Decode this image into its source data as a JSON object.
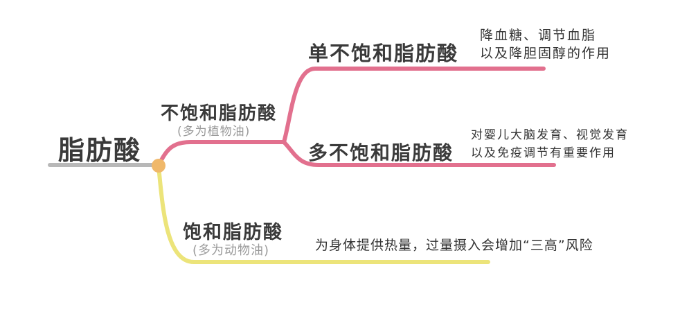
{
  "root": {
    "label": "脂肪酸"
  },
  "colors": {
    "root_line": "#b8b8b8",
    "node_dot": "#f0b86a",
    "unsaturated": "#e2708e",
    "saturated": "#ece47a"
  },
  "branches": {
    "unsaturated": {
      "label": "不饱和脂肪酸",
      "sub": "(多为植物油)",
      "children": [
        {
          "label": "单不饱和脂肪酸",
          "note": [
            "降血糖、调节血脂",
            "以及降胆固醇的作用"
          ]
        },
        {
          "label": "多不饱和脂肪酸",
          "note": [
            "对婴儿大脑发育、视觉发育",
            "以及免疫调节有重要作用"
          ]
        }
      ]
    },
    "saturated": {
      "label": "饱和脂肪酸",
      "sub": "(多为动物油)",
      "note": "为身体提供热量，过量摄入会增加“三高”风险"
    }
  }
}
